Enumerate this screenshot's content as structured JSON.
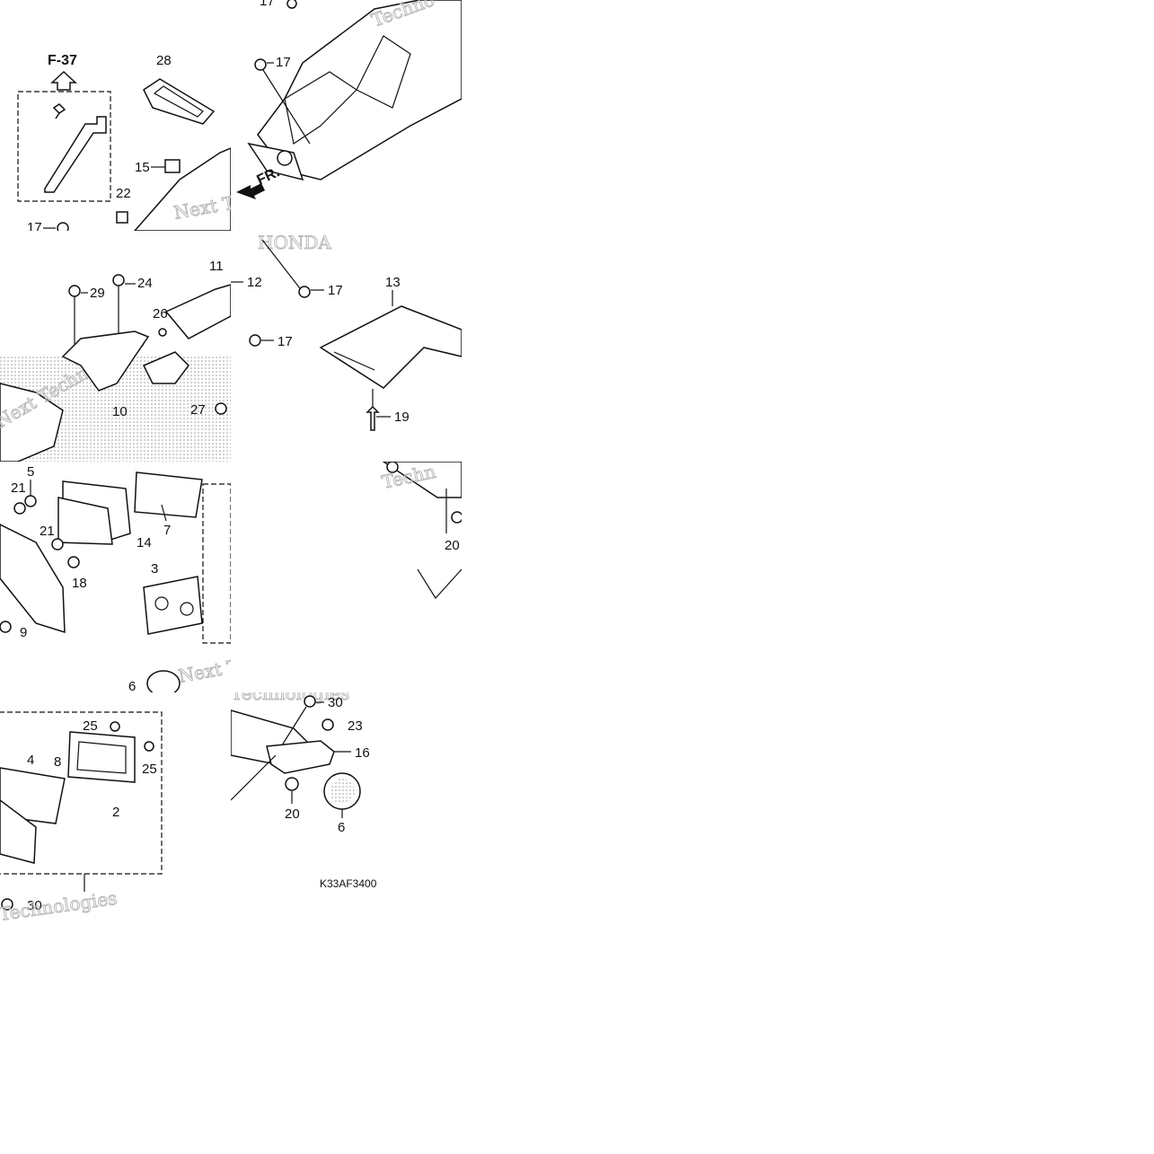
{
  "diagram": {
    "reference": "F-37",
    "diagram_code": "K33AF3400",
    "watermarks": [
      "Next Technologies",
      "Next Tec",
      "Techn",
      "Techno",
      "Technologies",
      "HONDA"
    ],
    "callouts": {
      "c1_17": "17",
      "c1_28": "28",
      "c1_15": "15",
      "c1_22": "22",
      "c2_17a": "17",
      "c2_17b": "17",
      "c2_fr": "FR.",
      "c5_29": "29",
      "c5_24": "24",
      "c5_11": "11",
      "c5_26": "26",
      "c5_10": "10",
      "c5_27": "27",
      "c6_12": "12",
      "c6_17a": "17",
      "c6_13": "13",
      "c6_17b": "17",
      "c6_19": "19",
      "c9_5": "5",
      "c9_21a": "21",
      "c9_21b": "21",
      "c9_18": "18",
      "c9_9": "9",
      "c9_6": "6",
      "c10_7": "7",
      "c10_14": "14",
      "c10_3": "3",
      "c11_20": "20",
      "c13_25a": "25",
      "c13_25b": "25",
      "c13_4": "4",
      "c13_8": "8",
      "c13_2": "2",
      "c13_30": "30",
      "c14_30": "30",
      "c14_23": "23",
      "c14_16": "16",
      "c14_20": "20",
      "c14_6": "6"
    }
  }
}
